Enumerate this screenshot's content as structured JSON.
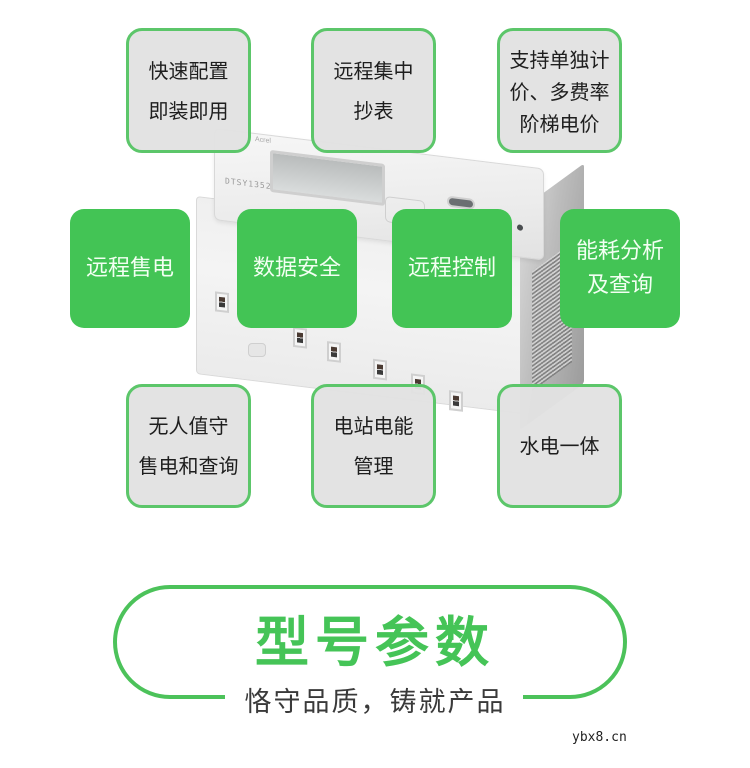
{
  "device": {
    "brand": "Acrel",
    "model": "DTSY1352"
  },
  "features_top": [
    {
      "lines": [
        "快速配置",
        "即装即用"
      ]
    },
    {
      "lines": [
        "远程集中",
        "抄表"
      ]
    },
    {
      "lines": [
        "支持单独计",
        "价、多费率",
        "阶梯电价"
      ]
    }
  ],
  "features_middle": [
    {
      "lines": [
        "远程售电"
      ]
    },
    {
      "lines": [
        "数据安全"
      ]
    },
    {
      "lines": [
        "远程控制"
      ]
    },
    {
      "lines": [
        "能耗分析",
        "及查询"
      ]
    }
  ],
  "features_bottom": [
    {
      "lines": [
        "无人值守",
        "售电和查询"
      ]
    },
    {
      "lines": [
        "电站电能",
        "管理"
      ]
    },
    {
      "lines": [
        "水电一体"
      ]
    }
  ],
  "section": {
    "title": "型号参数",
    "subtitle": "恪守品质，铸就产品"
  },
  "watermark": "ybx8.cn",
  "colors": {
    "accent_green": "#43c455",
    "frame_green": "#4cc25a",
    "gray_box": "#e2e2e2",
    "text_dark": "#1e1e1e"
  }
}
